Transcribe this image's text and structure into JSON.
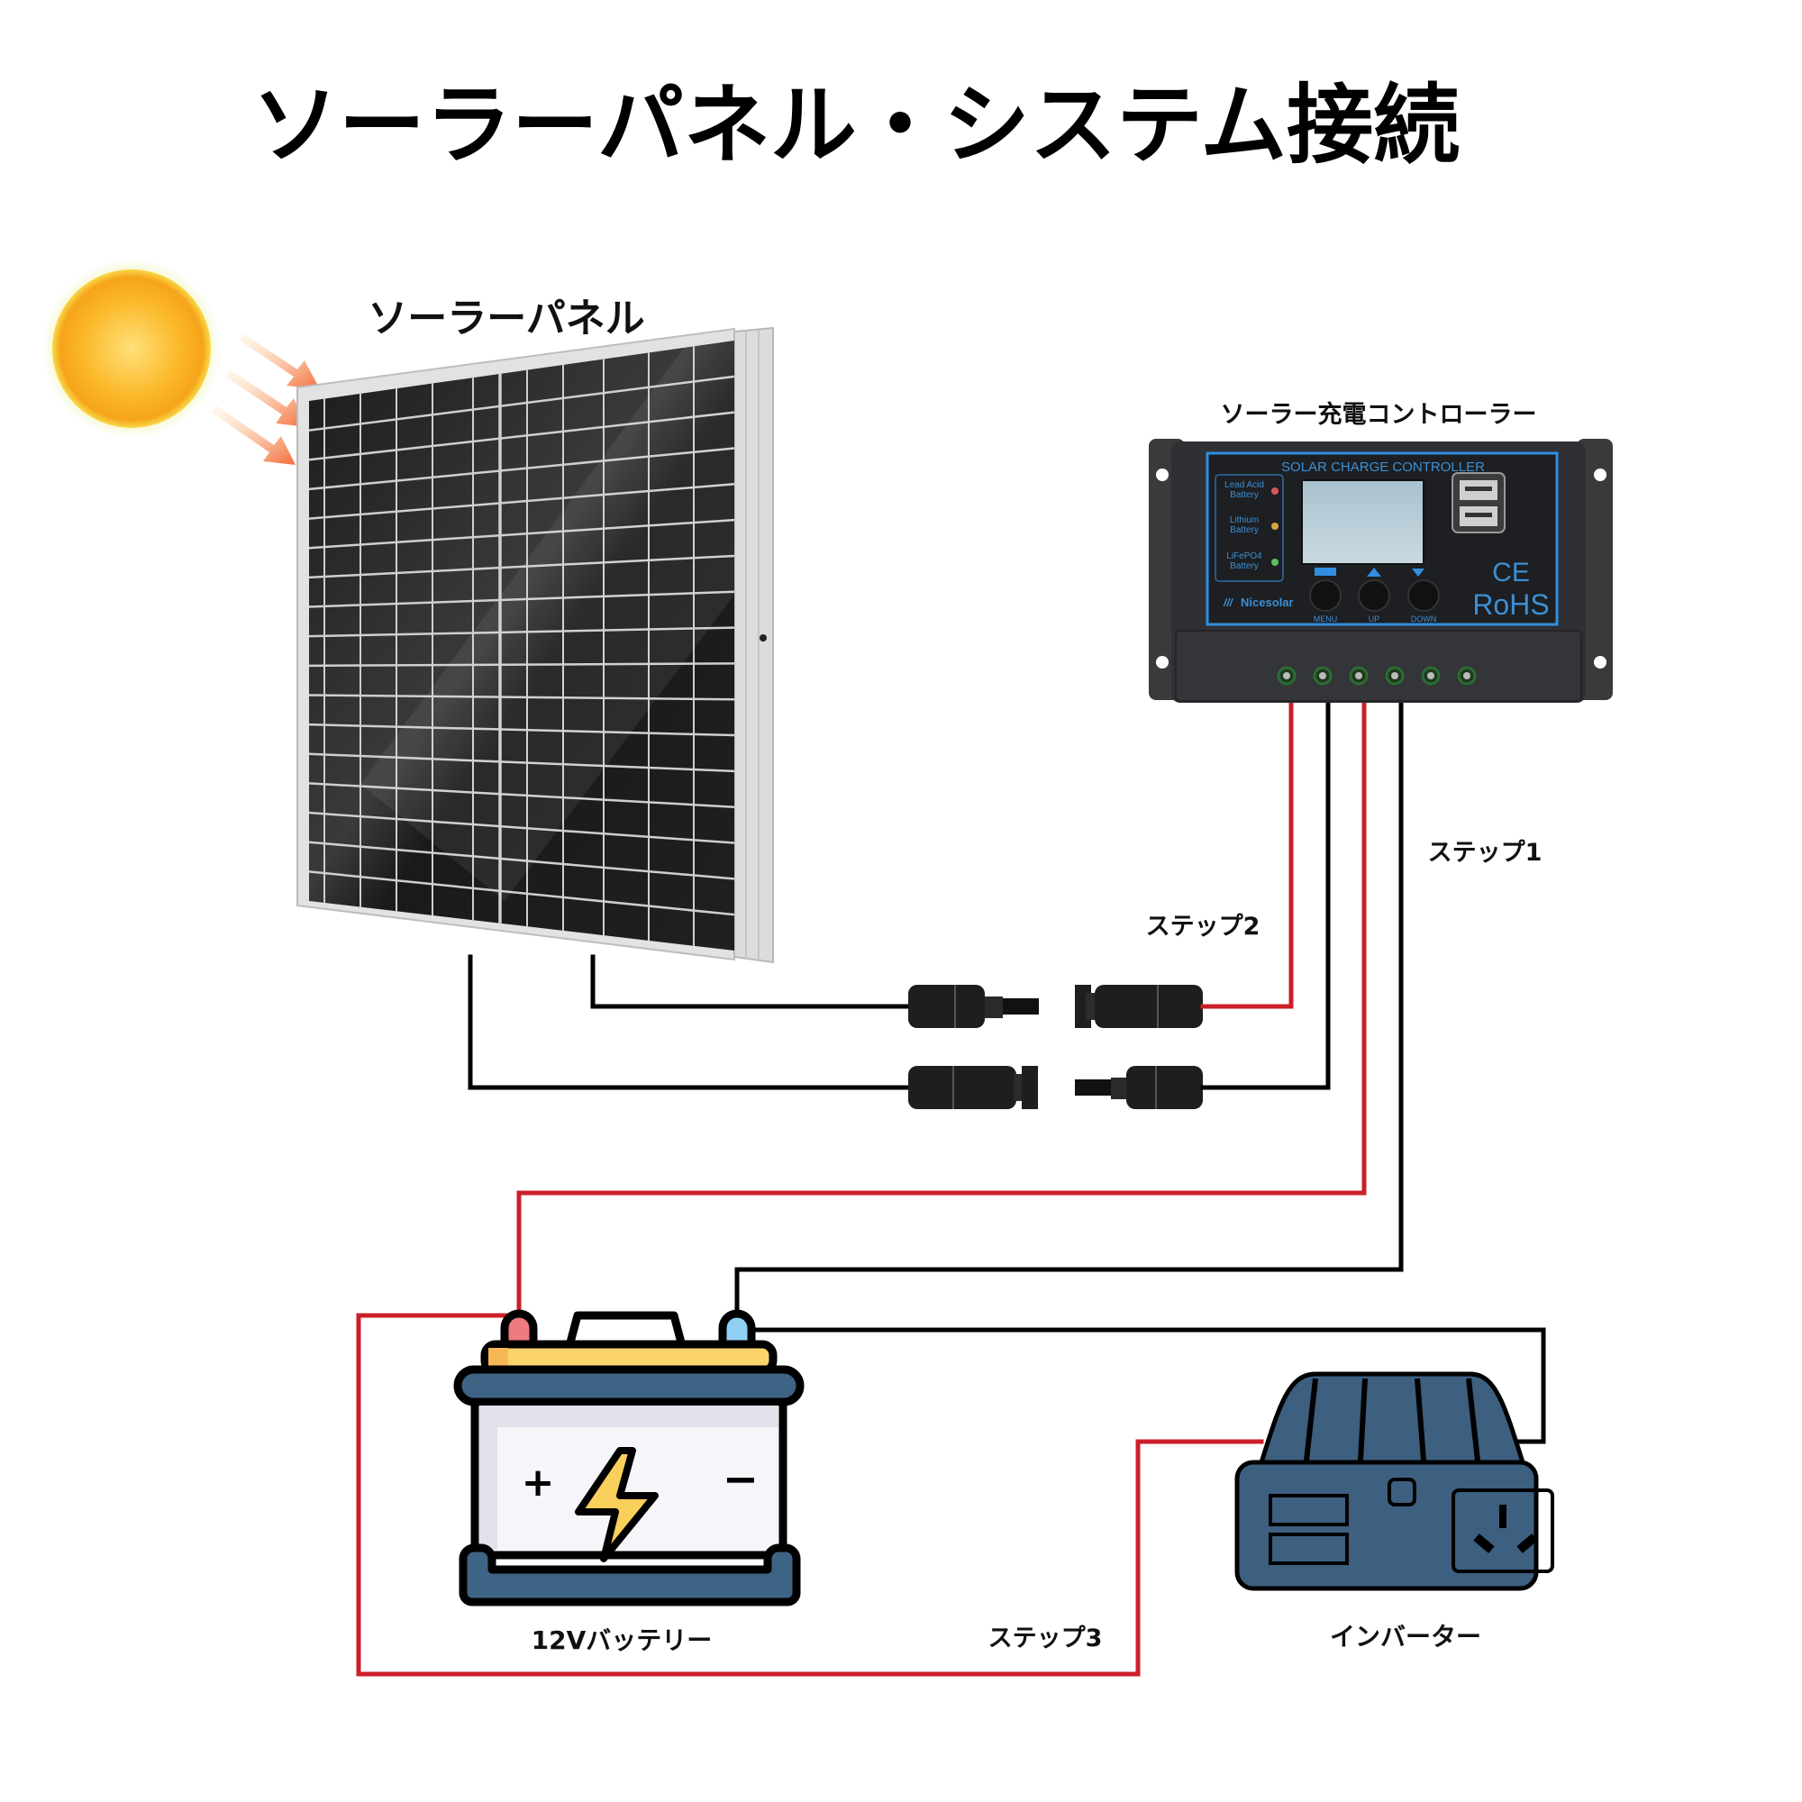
{
  "title": "ソーラーパネル・システム接続",
  "components": {
    "solar_panel": {
      "label": "ソーラーパネル"
    },
    "charge_controller": {
      "label": "ソーラー充電コントローラー",
      "header": "SOLAR CHARGE CONTROLLER",
      "battery_types": [
        "Lead Acid Battery",
        "Lithium Battery",
        "LiFePO4 Battery"
      ],
      "battery_type_lines": [
        [
          "Lead Acid",
          "Battery"
        ],
        [
          "Lithium",
          "Battery"
        ],
        [
          "LiFePO4",
          "Battery"
        ]
      ],
      "led_colors": [
        "#d9545f",
        "#d8a640",
        "#5fbf5f"
      ],
      "buttons": [
        "MENU",
        "UP",
        "DOWN"
      ],
      "brand": "Nicesolar",
      "certifications": [
        "CE",
        "RoHS"
      ]
    },
    "battery": {
      "label": "12Vバッテリー",
      "plus": "+",
      "minus": "−"
    },
    "inverter": {
      "label": "インバーター"
    }
  },
  "steps": {
    "step1": "ステップ1",
    "step2": "ステップ2",
    "step3": "ステップ3"
  },
  "colors": {
    "positive_wire": "#cc1f2a",
    "negative_wire": "#000000",
    "device_blue": "#3b5f80",
    "battery_lid": "#fbd46b",
    "sun": "#f7a91c"
  },
  "connections": [
    {
      "step": "ステップ1",
      "from": "ソーラー充電コントローラー",
      "to": "12Vバッテリー"
    },
    {
      "step": "ステップ2",
      "from": "ソーラーパネル",
      "to": "ソーラー充電コントローラー"
    },
    {
      "step": "ステップ3",
      "from": "12Vバッテリー",
      "to": "インバーター"
    }
  ]
}
